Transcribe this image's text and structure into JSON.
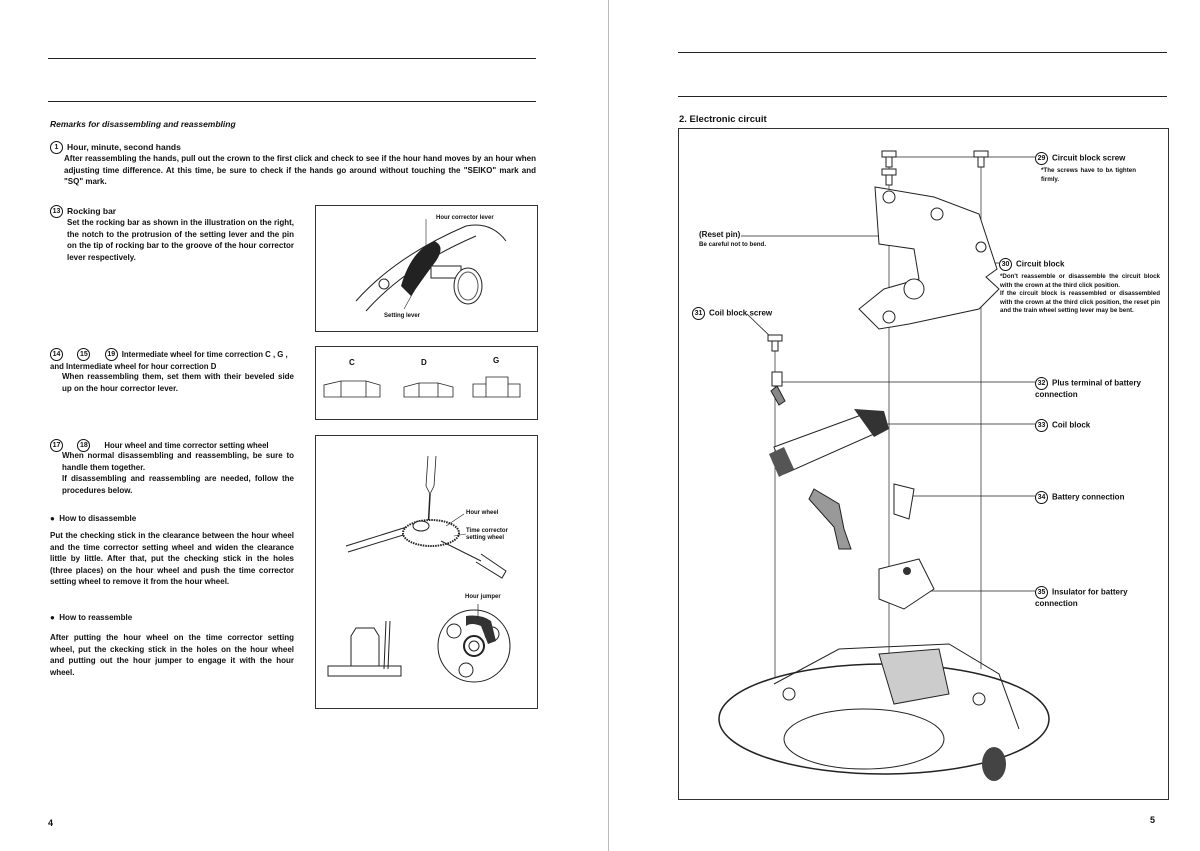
{
  "left_page": {
    "page_number": "4",
    "section_title": "Remarks for disassembling and reassembling",
    "items": [
      {
        "nums": [
          "1"
        ],
        "title": "Hour, minute, second hands",
        "body": "After reassembling the hands, pull out the crown to the first click and check to see if the hour hand moves by an hour when adjusting time difference.  At this time, be sure to check if the hands go around without touching the \"SEIKO\" mark and \"SQ\" mark."
      },
      {
        "nums": [
          "13"
        ],
        "title": "Rocking bar",
        "body": "Set the rocking bar as shown in the illustration on the right, the notch to the protrusion of the setting lever and the pin on the tip of rocking bar to the groove of the hour corrector lever respectively."
      },
      {
        "nums": [
          "14",
          "15",
          "19"
        ],
        "title": "Intermediate wheel for time correction C , G , and Intermediate wheel for hour correction D",
        "body": "When reassembling them, set them with their beveled side up on the hour corrector lever."
      },
      {
        "nums": [
          "17",
          "18"
        ],
        "title": "Hour wheel and time corrector setting wheel",
        "body": "When normal disassembling and reassembling, be sure to handle them together.\nIf disassembling and reassembling are needed, follow the procedures below."
      }
    ],
    "disassemble": {
      "heading": "How to disassemble",
      "body": "Put the checking stick in the clearance between the hour wheel and the time corrector setting wheel and widen the clearance little by little.  After that, put the checking stick in the holes (three places) on the hour wheel and push the time corrector setting wheel to remove it from the hour wheel."
    },
    "reassemble": {
      "heading": "How to reassemble",
      "body": "After putting the hour wheel on the time corrector setting wheel, put the ckecking stick in the holes on the hour wheel and putting out the hour jumper to engage it with the hour wheel."
    },
    "figures": {
      "rocking_bar": {
        "labels": [
          "Hour corrector lever",
          "Setting lever"
        ]
      },
      "wheels": {
        "labels": [
          "C",
          "D",
          "G"
        ]
      },
      "hour_wheel": {
        "labels": [
          "Hour wheel",
          "Time corrector setting wheel",
          "Hour jumper"
        ]
      }
    }
  },
  "right_page": {
    "page_number": "5",
    "section_title": "2.  Electronic circuit",
    "reset_pin": {
      "label": "(Reset pin)",
      "note": "Be careful not to bend."
    },
    "callouts": [
      {
        "num": "29",
        "label": "Circuit block screw",
        "note": "*The screws have to bʌ tighten firmly."
      },
      {
        "num": "30",
        "label": "Circuit block",
        "note": "*Don't reassemble or disassemble the circuit block with the crown at the third click position.\nIf the circuit block is reassembled or disassembled with the crown at the third click position, the reset pin and the train wheel setting lever may be bent."
      },
      {
        "num": "31",
        "label": "Coil block screw"
      },
      {
        "num": "32",
        "label": "Plus terminal of battery connection"
      },
      {
        "num": "33",
        "label": "Coil block"
      },
      {
        "num": "34",
        "label": "Battery connection"
      },
      {
        "num": "35",
        "label": "Insulator for battery connection"
      }
    ]
  }
}
